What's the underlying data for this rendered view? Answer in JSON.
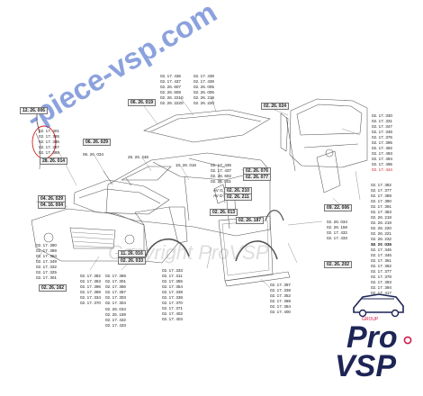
{
  "watermark_text": "-piece-vsp.com",
  "watermark_faint": "Copyright ProVSP",
  "logo": {
    "tagline": "GROUP",
    "word1": "Pro",
    "word2": "VSP",
    "accent_color": "#d11a4a",
    "brand_color": "#1d2556"
  },
  "highlight_color": "#d02020",
  "labels": {
    "l01": [
      "02. 17. 436",
      "02. 17. 437",
      "02. 26. 607",
      "02. 26. 608",
      "02. 26. 2210",
      "02. 26. 2220"
    ],
    "l02": [
      "02. 17. 438",
      "02. 17. 439",
      "02. 26. 005",
      "02. 26. 006",
      "02. 26. 219",
      "02. 26. 220"
    ],
    "l03": [
      "02. 17. 330",
      "02. 17. 331",
      "02. 17. 347",
      "02. 17. 348",
      "02. 17. 376",
      "02. 17. 395",
      "02. 17. 492",
      "02. 17. 493",
      "02. 17. 494",
      "02. 17. 495",
      "02. 17. 444"
    ],
    "l04": [
      "02. 17. 401",
      "02. 17. 385",
      "02. 17. 386",
      "02. 17. 387",
      "02. 17. 388"
    ],
    "l05": [
      "06. 26. 034"
    ],
    "l06": [
      "26. 26. 248"
    ],
    "l07": [
      "10. 26. 016"
    ],
    "l08": [
      "02. 17. 436",
      "02. 17. 437",
      "02. 26. 602",
      "02. 26. 601"
    ],
    "l09": [
      "AV G",
      "AV D"
    ],
    "l10": [
      "02. 17. 382",
      "02. 17. 377",
      "02. 17. 389",
      "02. 17. 390",
      "02. 17. 391",
      "02. 17. 383",
      "02. 26. 218",
      "02. 26. 219",
      "02. 26. 220",
      "02. 26. 221",
      "02. 26. 232",
      "10. 26. 016"
    ],
    "l11": [
      "02. 26. 034",
      "02. 26. 159",
      "02. 17. 432",
      "02. 17. 433"
    ],
    "l12": [
      "02. 17. 329",
      "02. 17. 345",
      "02. 17. 346",
      "02. 17. 361",
      "02. 17. 362",
      "02. 17. 377",
      "02. 17. 378",
      "02. 17. 393",
      "02. 17. 394",
      "02. 17. 417"
    ],
    "l13": [
      "02. 17. 390",
      "02. 17. 389",
      "02. 17. 364",
      "02. 17. 349",
      "02. 17. 332",
      "02. 17. 325",
      "02. 17. 301"
    ],
    "l14": [
      "02. 17. 382",
      "02. 17. 363",
      "02. 17. 396",
      "02. 17. 399",
      "02. 17. 334",
      "02. 17. 370"
    ],
    "l15": [
      "02. 17. 369",
      "02. 17. 301",
      "02. 17. 366",
      "02. 17. 367",
      "02. 17. 303",
      "02. 17. 304"
    ],
    "l16": [
      "02. 26. 034",
      "02. 26. 159",
      "02. 17. 432",
      "02. 17. 433"
    ],
    "l17": [
      "02. 17. 333",
      "02. 17. 311",
      "02. 17. 355",
      "02. 17. 354",
      "02. 17. 339",
      "02. 17. 338",
      "02. 17. 370",
      "02. 17. 371",
      "02. 17. 402",
      "02. 17. 403"
    ],
    "l18": [
      "02. 17. 397",
      "02. 17. 338",
      "02. 17. 352",
      "02. 17. 368",
      "02. 17. 384",
      "02. 17. 400"
    ]
  },
  "boxes": {
    "b01": "12. 26. 006",
    "b02": "06. 26. 029",
    "b03": "06. 26. 019",
    "b04": "02. 26. 024",
    "b05": "28. 26. 014",
    "b06": "02. 26. 076",
    "b07": "02. 26. 077",
    "b08": "02. 26. 210",
    "b09": "02. 26. 211",
    "b10": "02. 26. 013",
    "b11": "02. 26. 187",
    "b12": "04. 26. 029",
    "b13": "04. 16. 004",
    "b14": "11. 26. 016",
    "b15": "02. 26. 033",
    "b16": "02. 26. 162",
    "b17": "09. 22. 006",
    "b18": "02. 26. 202"
  }
}
